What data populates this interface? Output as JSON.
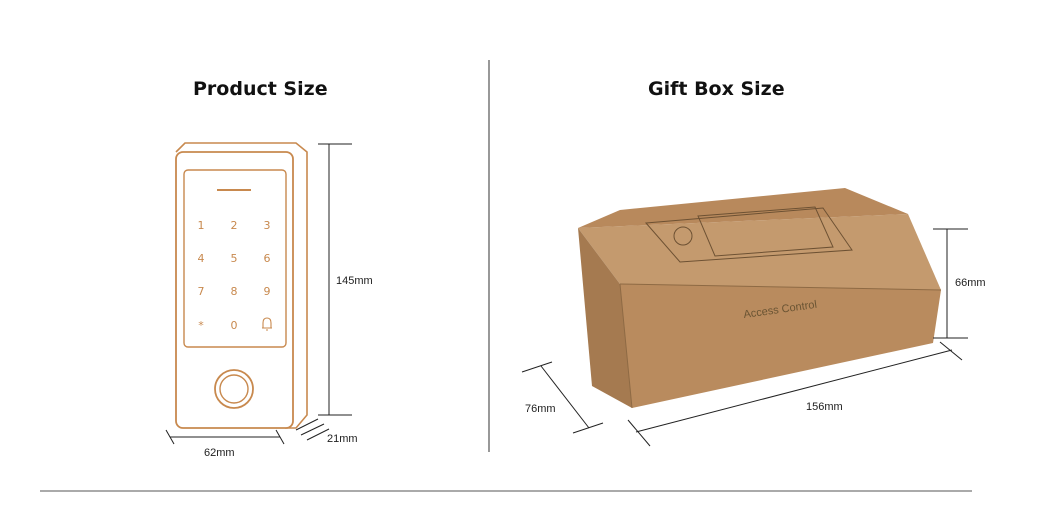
{
  "titles": {
    "product": "Product Size",
    "giftbox": "Gift Box Size"
  },
  "product": {
    "height_label": "145mm",
    "width_label": "62mm",
    "depth_label": "21mm",
    "keys": [
      "1",
      "2",
      "3",
      "4",
      "5",
      "6",
      "7",
      "8",
      "9",
      "*",
      "0",
      "bell"
    ]
  },
  "giftbox": {
    "print_text": "Access Control",
    "height_label": "66mm",
    "length_label": "156mm",
    "depth_label": "76mm"
  },
  "colors": {
    "outline": "#c8894e",
    "dim_line": "#222222",
    "divider": "#555555",
    "box_front": "#b98b5e",
    "box_side": "#a57a50",
    "box_top": "#c49a6e",
    "box_flap": "#b8895c"
  }
}
